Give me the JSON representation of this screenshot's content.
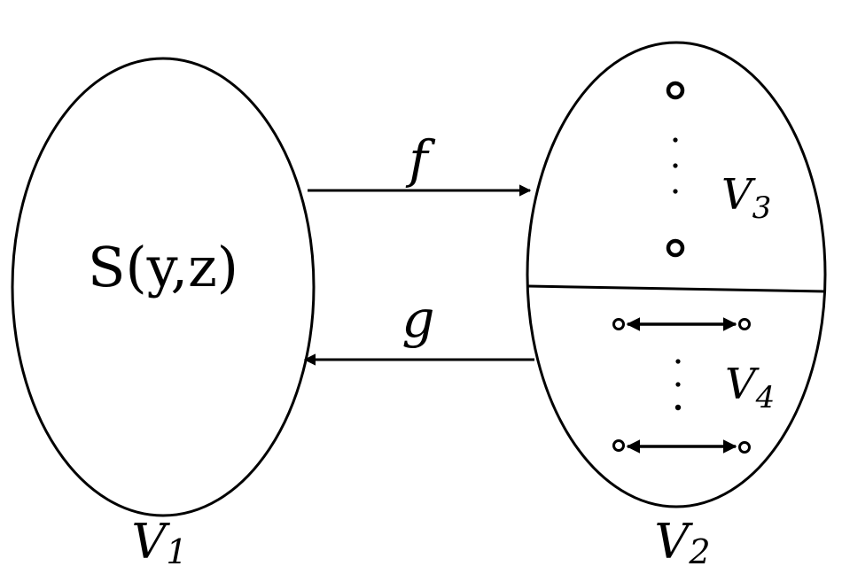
{
  "set_left": {
    "content_label": "S(y,z)",
    "name_main": "V",
    "name_sub": "1"
  },
  "set_right": {
    "name_main": "V",
    "name_sub": "2"
  },
  "subset_upper": {
    "name_main": "V",
    "name_sub": "3"
  },
  "subset_lower": {
    "name_main": "V",
    "name_sub": "4"
  },
  "map_forward": {
    "label": "f"
  },
  "map_backward": {
    "label": "g"
  }
}
